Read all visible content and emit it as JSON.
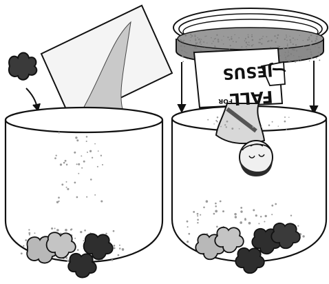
{
  "illustration": {
    "steps": [
      {
        "step": "left",
        "objects": [
          "leaf",
          "paper",
          "jar",
          "sand",
          "leaves"
        ]
      },
      {
        "step": "right",
        "objects": [
          "lid",
          "character-figure",
          "jar",
          "leaves"
        ]
      }
    ]
  },
  "label": {
    "line1": "FALL",
    "line2": "FOR",
    "line3": "JESUS"
  },
  "colors": {
    "outline": "#111111",
    "leaf_dark": "#3a3a3a",
    "leaf_light": "#b8b8b8",
    "sand": "#9a9a9a",
    "paper": "#f2f2f2",
    "lid_speckle": "#7f7f7f"
  }
}
